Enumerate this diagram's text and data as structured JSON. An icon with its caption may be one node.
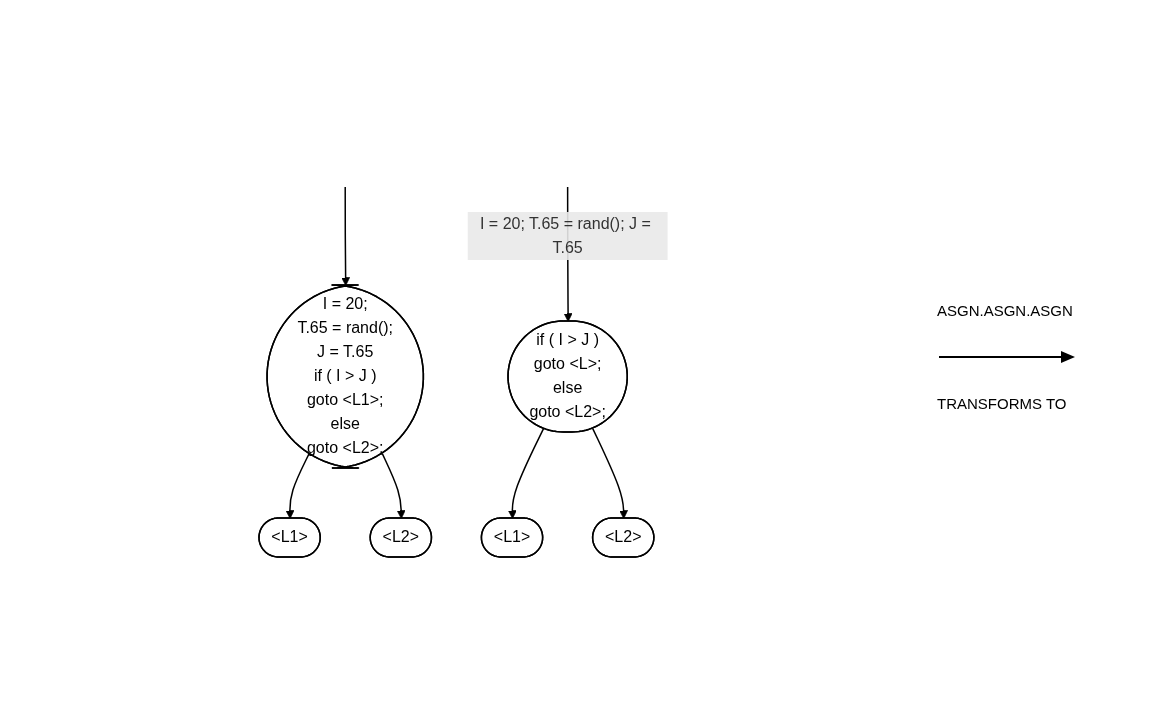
{
  "diagram": {
    "nodes": [
      {
        "text": [
          "I = 20;",
          "T.65 = rand();",
          "J = T.65",
          "if ( I > J )",
          "goto <L1>;",
          "else",
          "goto <L2>;"
        ]
      },
      {
        "text": [
          "<L1>"
        ]
      },
      {
        "text": [
          "<L2>"
        ]
      },
      {
        "text": [
          "if ( I > J )",
          "goto <L>;",
          "else",
          "goto <L2>;"
        ]
      },
      {
        "text": [
          "<L1>"
        ]
      },
      {
        "text": [
          "<L2>"
        ]
      }
    ],
    "edges": [
      {
        "from": null,
        "to": 0,
        "arrow": "to"
      },
      {
        "from": 0,
        "to": 1,
        "arrow": "to"
      },
      {
        "from": 0,
        "to": 2,
        "arrow": "to"
      },
      {
        "from": null,
        "to": 3,
        "arrow": "to",
        "label": "I = 20; T.65 = rand(); J = T.65"
      },
      {
        "from": 3,
        "to": 4,
        "arrow": "to"
      },
      {
        "from": 3,
        "to": 5,
        "arrow": "to"
      }
    ],
    "labels": [
      "ASGN.ASGN.ASGN",
      "TRANSFORMS TO"
    ]
  }
}
